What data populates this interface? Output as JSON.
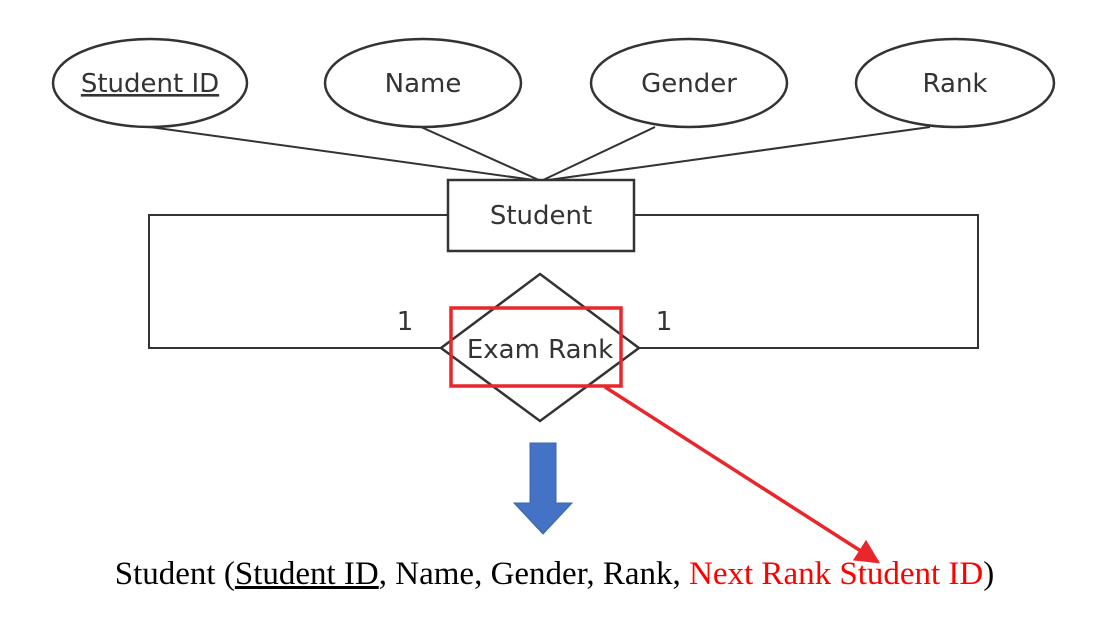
{
  "diagram": {
    "attributes": [
      {
        "id": "student-id",
        "label": "Student ID",
        "key": true
      },
      {
        "id": "name",
        "label": "Name",
        "key": false
      },
      {
        "id": "gender",
        "label": "Gender",
        "key": false
      },
      {
        "id": "rank",
        "label": "Rank",
        "key": false
      }
    ],
    "entity": {
      "label": "Student"
    },
    "relationship": {
      "label": "Exam Rank"
    },
    "cardinality": {
      "left": "1",
      "right": "1"
    },
    "colors": {
      "stroke": "#333333",
      "highlight": "#e8262b",
      "arrow": "#4472c4",
      "new_attribute": "#ff0000"
    }
  },
  "schema": {
    "table": "Student",
    "open": " (",
    "key": "Student ID",
    "sep1": ", ",
    "attr_name": "Name",
    "sep2": ", ",
    "attr_gender": "Gender",
    "sep3": ", ",
    "attr_rank": "Rank",
    "sep4": ", ",
    "new_attribute": "Next Rank Student ID",
    "close": ")"
  }
}
